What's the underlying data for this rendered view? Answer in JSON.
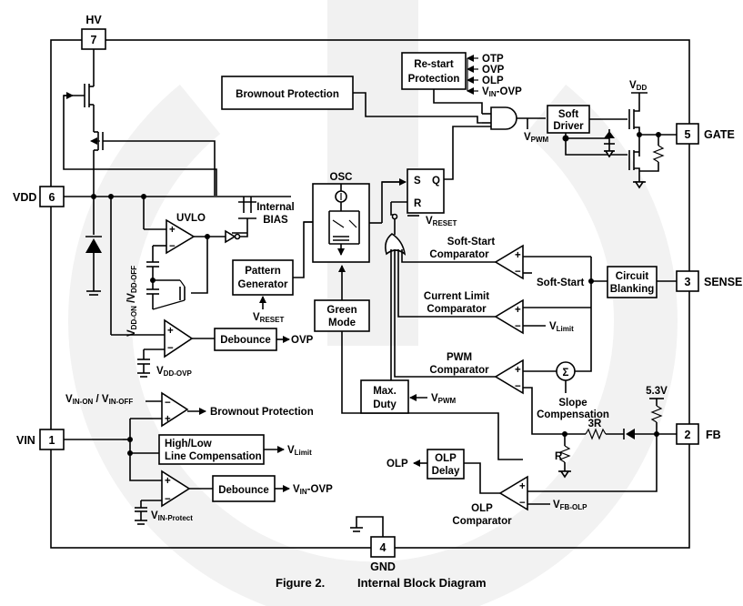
{
  "pins": {
    "hv": {
      "number": "7",
      "name": "HV"
    },
    "vdd": {
      "number": "6",
      "name": "VDD"
    },
    "gate": {
      "number": "5",
      "name": "GATE"
    },
    "sense": {
      "number": "3",
      "name": "SENSE"
    },
    "fb": {
      "number": "2",
      "name": "FB"
    },
    "vin": {
      "number": "1",
      "name": "VIN"
    },
    "gnd": {
      "number": "4",
      "name": "GND"
    }
  },
  "blocks": {
    "restart": [
      "Re-start",
      "Protection"
    ],
    "brownout": "Brownout Protection",
    "soft_driver": [
      "Soft",
      "Driver"
    ],
    "osc": "OSC",
    "internal_bias": [
      "Internal",
      "BIAS"
    ],
    "uvlo": "UVLO",
    "pattern_gen": [
      "Pattern",
      "Generator"
    ],
    "green_mode": [
      "Green",
      "Mode"
    ],
    "debounce_top": "Debounce",
    "debounce_bottom": "Debounce",
    "circuit_blanking": [
      "Circuit",
      "Blanking"
    ],
    "max_duty": [
      "Max.",
      "Duty"
    ],
    "line_comp": [
      "High/Low",
      "Line Compensation"
    ],
    "olp_delay": [
      "OLP",
      "Delay"
    ]
  },
  "labels": {
    "otp": "OTP",
    "ovp": "OVP",
    "olp": "OLP",
    "vin_ovp": "V",
    "vin_ovp_sub": "IN",
    "vin_ovp_suffix": "-OVP",
    "vdd_sym": "V",
    "vdd_sub": "DD",
    "vpwm": "V",
    "vpwm_sub": "PWM",
    "vreset_sr": "V",
    "vreset_sr_sub": "RESET",
    "vreset_pg": "V",
    "vreset_pg_sub": "RESET",
    "sr_s": "S",
    "sr_r": "R",
    "sr_q": "Q",
    "soft_start_comp": [
      "Soft-Start",
      "Comparator"
    ],
    "soft_start": "Soft-Start",
    "current_limit_comp": [
      "Current Limit",
      "Comparator"
    ],
    "vlimit": "V",
    "vlimit_sub": "Limit",
    "pwm_comp": [
      "PWM",
      "Comparator"
    ],
    "vpwm_maxduty": "V",
    "vpwm_maxduty_sub": "PWM",
    "slope_comp": [
      "Slope",
      "Compensation"
    ],
    "vdd_on_off": "V",
    "vdd_on_sub": "DD-ON",
    "vdd_sep": " /V",
    "vdd_off_sub": "DD-OFF",
    "vdd_ovp_ref": "V",
    "vdd_ovp_ref_sub": "DD-OVP",
    "ovp_out": "OVP",
    "vin_on_off": "V",
    "vin_on_sub": "IN-ON",
    "vin_sep": " / V",
    "vin_off_sub": "IN-OFF",
    "brownout_out": "Brownout Protection",
    "vlimit_out": "V",
    "vlimit_out_sub": "Limit",
    "vin_ovp_out": "V",
    "vin_ovp_out_sub": "IN",
    "vin_ovp_out_suffix": "-OVP",
    "vin_protect": "V",
    "vin_protect_sub": "IN-Protect",
    "v53": "5.3V",
    "r3": "3R",
    "r1": "R",
    "olp_out": "OLP",
    "olp_comp": [
      "OLP",
      "Comparator"
    ],
    "vfb_olp": "V",
    "vfb_olp_sub": "FB-OLP",
    "plus": "+",
    "minus": "−"
  },
  "caption": {
    "number": "Figure 2.",
    "title": "Internal Block Diagram"
  }
}
